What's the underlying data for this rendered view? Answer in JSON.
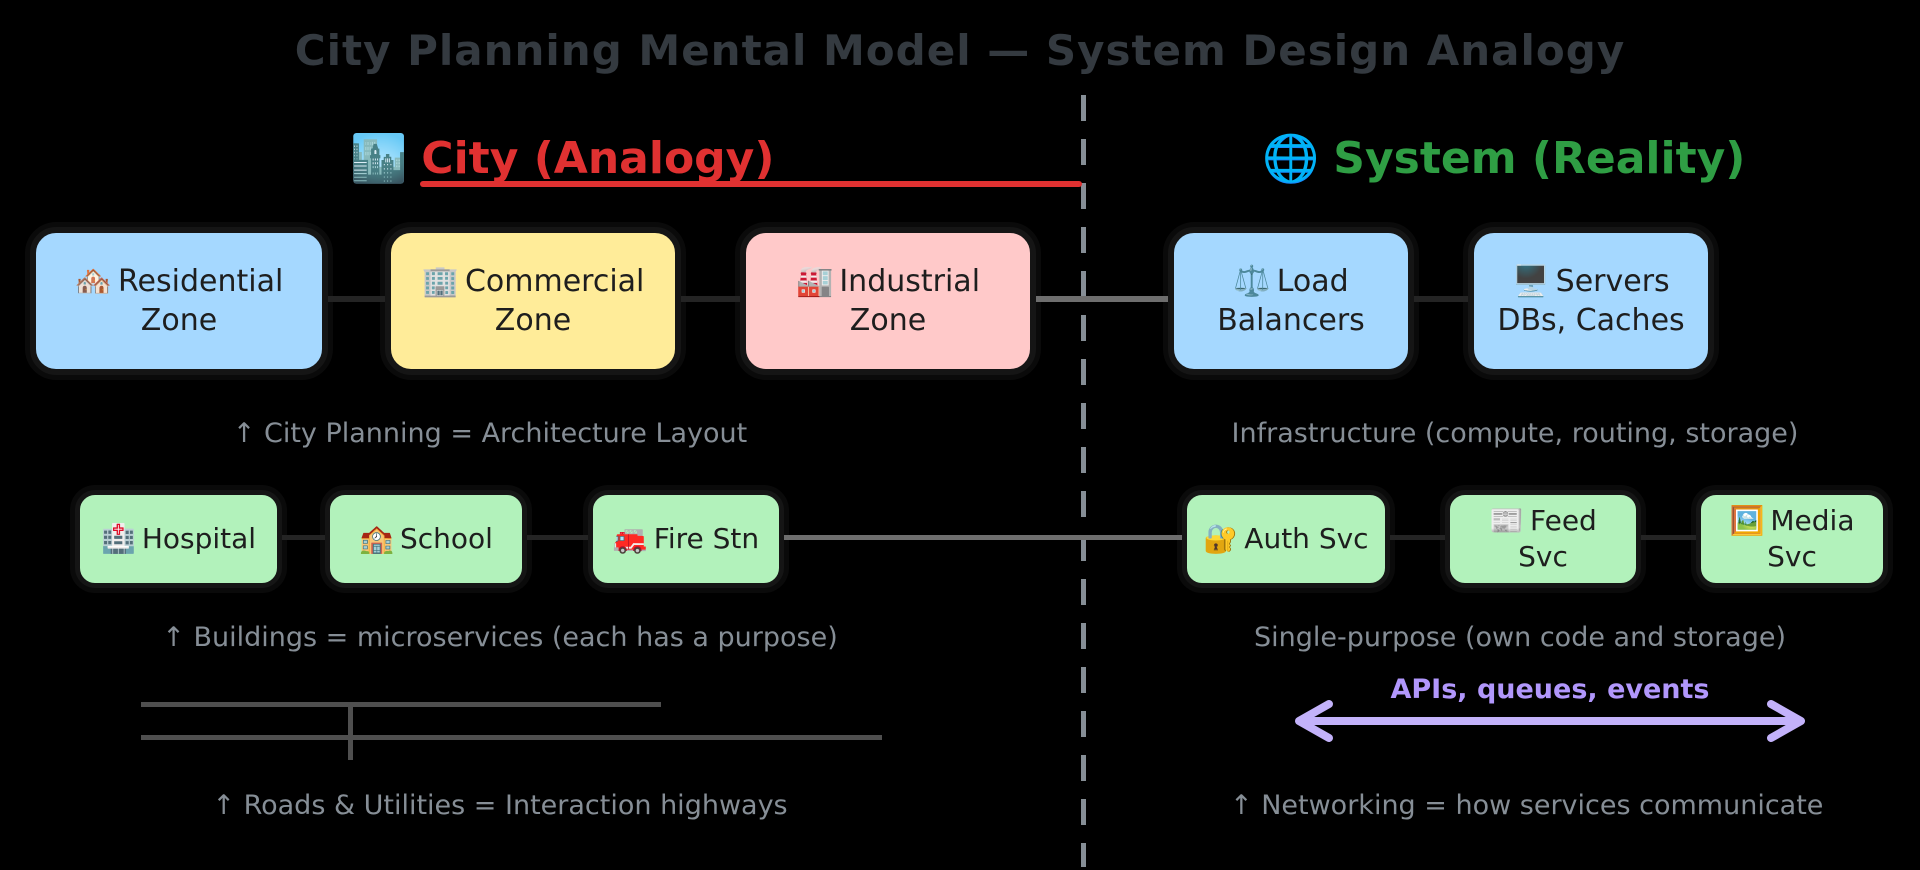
{
  "title": "City Planning Mental Model — System Design Analogy",
  "left": {
    "header": {
      "icon": "🏙️",
      "label": "City (Analogy)"
    },
    "zones": [
      {
        "icon": "🏘️",
        "label": "Residential Zone",
        "bg": "#a5d8ff"
      },
      {
        "icon": "🏢",
        "label": "Commercial Zone",
        "bg": "#ffec99"
      },
      {
        "icon": "🏭",
        "label": "Industrial Zone",
        "bg": "#ffc9c9"
      }
    ],
    "caption_planning": "↑ City Planning = Architecture Layout",
    "buildings": [
      {
        "icon": "🏥",
        "label": "Hospital",
        "bg": "#b2f2bb"
      },
      {
        "icon": "🏫",
        "label": "School",
        "bg": "#b2f2bb"
      },
      {
        "icon": "🚒",
        "label": "Fire Stn",
        "bg": "#b2f2bb"
      }
    ],
    "caption_buildings": "↑ Buildings = microservices (each has a purpose)",
    "caption_roads": "↑ Roads & Utilities = Interaction highways"
  },
  "right": {
    "header": {
      "icon": "🌐",
      "label": "System (Reality)"
    },
    "infra": [
      {
        "icon": "⚖️",
        "label": "Load Balancers",
        "bg": "#a5d8ff"
      },
      {
        "icon": "🖥️",
        "label": "Servers DBs, Caches",
        "bg": "#a5d8ff"
      }
    ],
    "caption_infra": "Infrastructure (compute, routing, storage)",
    "services": [
      {
        "icon": "🔐",
        "label": "Auth Svc",
        "bg": "#b2f2bb"
      },
      {
        "icon": "📰",
        "label": "Feed Svc",
        "bg": "#b2f2bb"
      },
      {
        "icon": "🖼️",
        "label": "Media Svc",
        "bg": "#b2f2bb"
      }
    ],
    "caption_services": "Single-purpose (own code and storage)",
    "arrow_label": "APIs, queues, events",
    "caption_networking": "↑ Networking = how services communicate"
  },
  "colors": {
    "background": "#000000",
    "city_accent": "#e03131",
    "system_accent": "#2f9e44",
    "caption_gray": "#868e96",
    "divider_gray": "#868e96",
    "arrow_purple": "#b197fc",
    "box_border": "#151515",
    "box_text": "#1e1e1e",
    "title_gray": "#343a40",
    "zone_blue": "#a5d8ff",
    "zone_yellow": "#ffec99",
    "zone_pink": "#ffc9c9",
    "service_green": "#b2f2bb"
  }
}
